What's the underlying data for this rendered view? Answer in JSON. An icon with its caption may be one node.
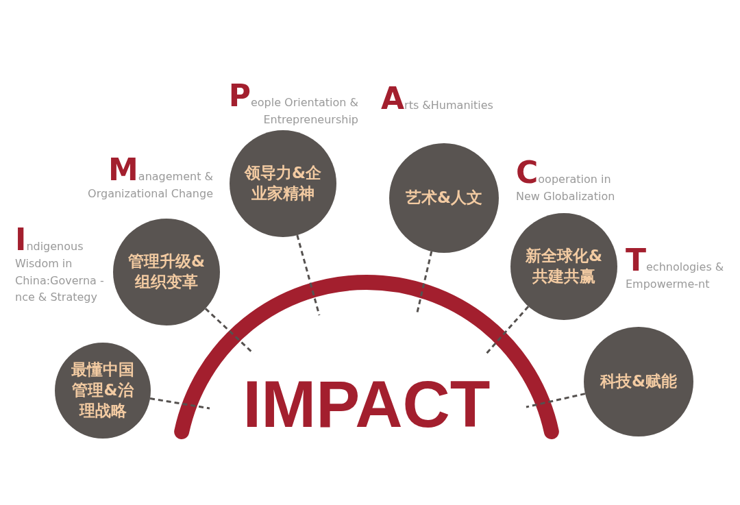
{
  "diagram": {
    "nodes": [
      {
        "text": [
          "IMPACT"
        ]
      },
      {
        "text": [
          "最懂中国管理&治理战略"
        ]
      },
      {
        "text": [
          "管理升级&组织变革"
        ]
      },
      {
        "text": [
          "领导力&企业家精神"
        ]
      },
      {
        "text": [
          "艺术&人文"
        ]
      },
      {
        "text": [
          "新全球化&共建共赢"
        ]
      },
      {
        "text": [
          "科技&赋能"
        ]
      }
    ],
    "edges": [
      {
        "from": 1,
        "to": 0,
        "arrow": "none",
        "style": "dashed"
      },
      {
        "from": 2,
        "to": 0,
        "arrow": "none",
        "style": "dashed"
      },
      {
        "from": 3,
        "to": 0,
        "arrow": "none",
        "style": "dashed"
      },
      {
        "from": 4,
        "to": 0,
        "arrow": "none",
        "style": "dashed"
      },
      {
        "from": 5,
        "to": 0,
        "arrow": "none",
        "style": "dashed"
      },
      {
        "from": 6,
        "to": 0,
        "arrow": "none",
        "style": "dashed"
      }
    ],
    "labels": [
      "People Orientation & Entrepreneurship",
      "Arts &Humanities",
      "Management & Organizational Change",
      "Cooperation in New Globalization",
      "Indigenous Wisdom in China:Governa -nce & Strategy",
      "Technologies & Empowerme-nt"
    ]
  }
}
